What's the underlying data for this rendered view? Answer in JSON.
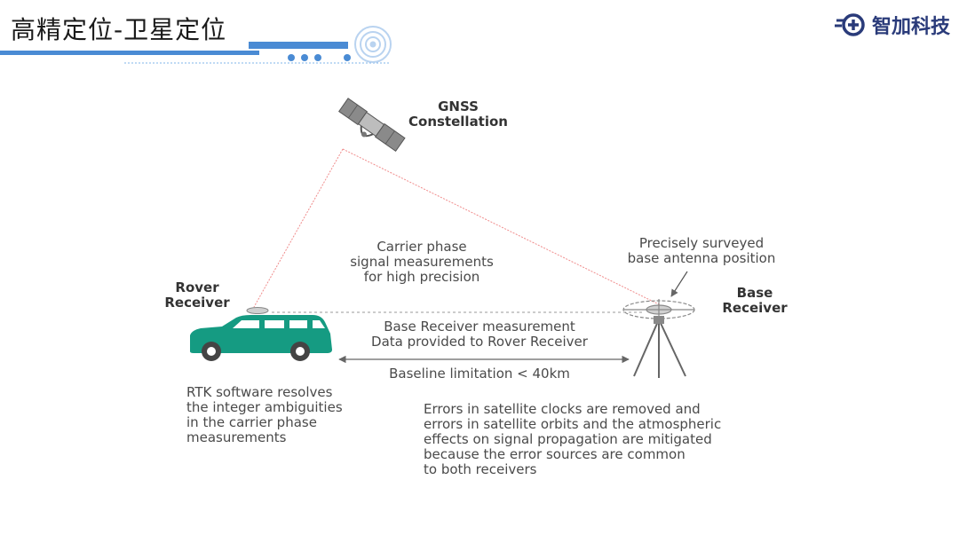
{
  "header": {
    "title": "高精定位-卫星定位",
    "brand_name": "智加科技"
  },
  "diagram": {
    "gnss_label": [
      "GNSS",
      "Constellation"
    ],
    "rover_label": [
      "Rover",
      "Receiver"
    ],
    "base_label": [
      "Base",
      "Receiver"
    ],
    "carrier_phase_note": [
      "Carrier phase",
      "signal measurements",
      "for high precision"
    ],
    "surveyed_note": [
      "Precisely surveyed",
      "base antenna position"
    ],
    "base_measurement_note": [
      "Base Receiver measurement",
      "Data provided to Rover Receiver"
    ],
    "baseline_note": "Baseline limitation < 40km",
    "rtk_note": [
      "RTK software resolves",
      "the integer ambiguities",
      "in the carrier phase",
      "measurements"
    ],
    "errors_note": [
      "Errors in satellite clocks are removed and",
      "errors in satellite orbits and the atmospheric",
      "effects on signal propagation are mitigated",
      "because the error sources are common",
      "to both receivers"
    ]
  },
  "colors": {
    "car": "#159b82",
    "signal_line": "#f08c8c",
    "accent_blue": "#4a8bd4",
    "brand": "#2a3b7a"
  },
  "icons": [
    "satellite-icon",
    "car-icon",
    "antenna-icon",
    "tripod-icon",
    "logo-icon"
  ]
}
